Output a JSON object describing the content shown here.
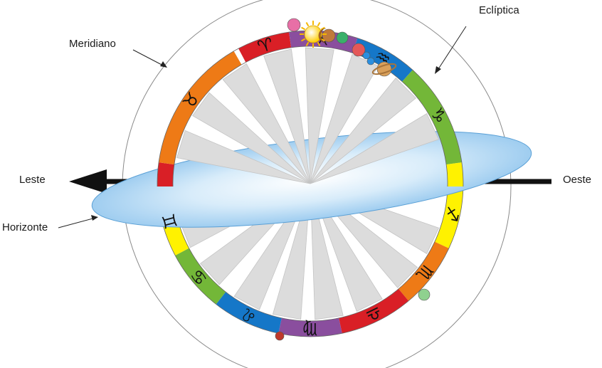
{
  "labels": {
    "meridian": "Meridiano",
    "ecliptic": "Eclíptica",
    "east": "Leste",
    "west": "Oeste",
    "horizon": "Horizonte"
  },
  "colors": {
    "red": "#d91f26",
    "purple": "#8a4e9e",
    "blue": "#1577c8",
    "green": "#73b738",
    "yellow": "#fff200",
    "orange": "#ee7a16",
    "rays": "#dcdcdc",
    "horizon_center": "#ffffff",
    "horizon_edge": "#a9d2f2",
    "sphere": "#7b7b7b"
  },
  "zodiac_bands": [
    {
      "sign": "♈",
      "name": "aries",
      "color": "red"
    },
    {
      "sign": "♓",
      "name": "pisces",
      "color": "purple"
    },
    {
      "sign": "♒",
      "name": "aquarius",
      "color": "blue"
    },
    {
      "sign": "♑",
      "name": "capricorn",
      "color": "green"
    },
    {
      "sign": "",
      "name": "capricorn-sagittarius-gap",
      "color": "yellow"
    },
    {
      "sign": "♐",
      "name": "sagittarius",
      "color": "yellow"
    },
    {
      "sign": "♏",
      "name": "scorpio",
      "color": "orange"
    },
    {
      "sign": "♎",
      "name": "libra",
      "color": "red"
    },
    {
      "sign": "♍",
      "name": "virgo",
      "color": "purple"
    },
    {
      "sign": "♌",
      "name": "leo",
      "color": "blue"
    },
    {
      "sign": "♋",
      "name": "cancer",
      "color": "green"
    },
    {
      "sign": "♊",
      "name": "gemini",
      "color": "yellow"
    },
    {
      "sign": "",
      "name": "gemini-taurus-gap",
      "color": "red"
    },
    {
      "sign": "♉",
      "name": "taurus",
      "color": "orange"
    }
  ],
  "planets": [
    {
      "name": "venus-planet",
      "color": "#e86fa6"
    },
    {
      "name": "sun-planet",
      "color": "#ffd21f"
    },
    {
      "name": "moon-planet",
      "color": "#c07a3a"
    },
    {
      "name": "earth-planet",
      "color": "#39b06a"
    },
    {
      "name": "mars-planet",
      "color": "#e45858"
    },
    {
      "name": "mercury-planet",
      "color": "#2a8fe0"
    },
    {
      "name": "saturn-planet",
      "color": "#d9a05a"
    },
    {
      "name": "green-planet",
      "color": "#8fd18f"
    },
    {
      "name": "red-planet",
      "color": "#c0392b"
    }
  ]
}
